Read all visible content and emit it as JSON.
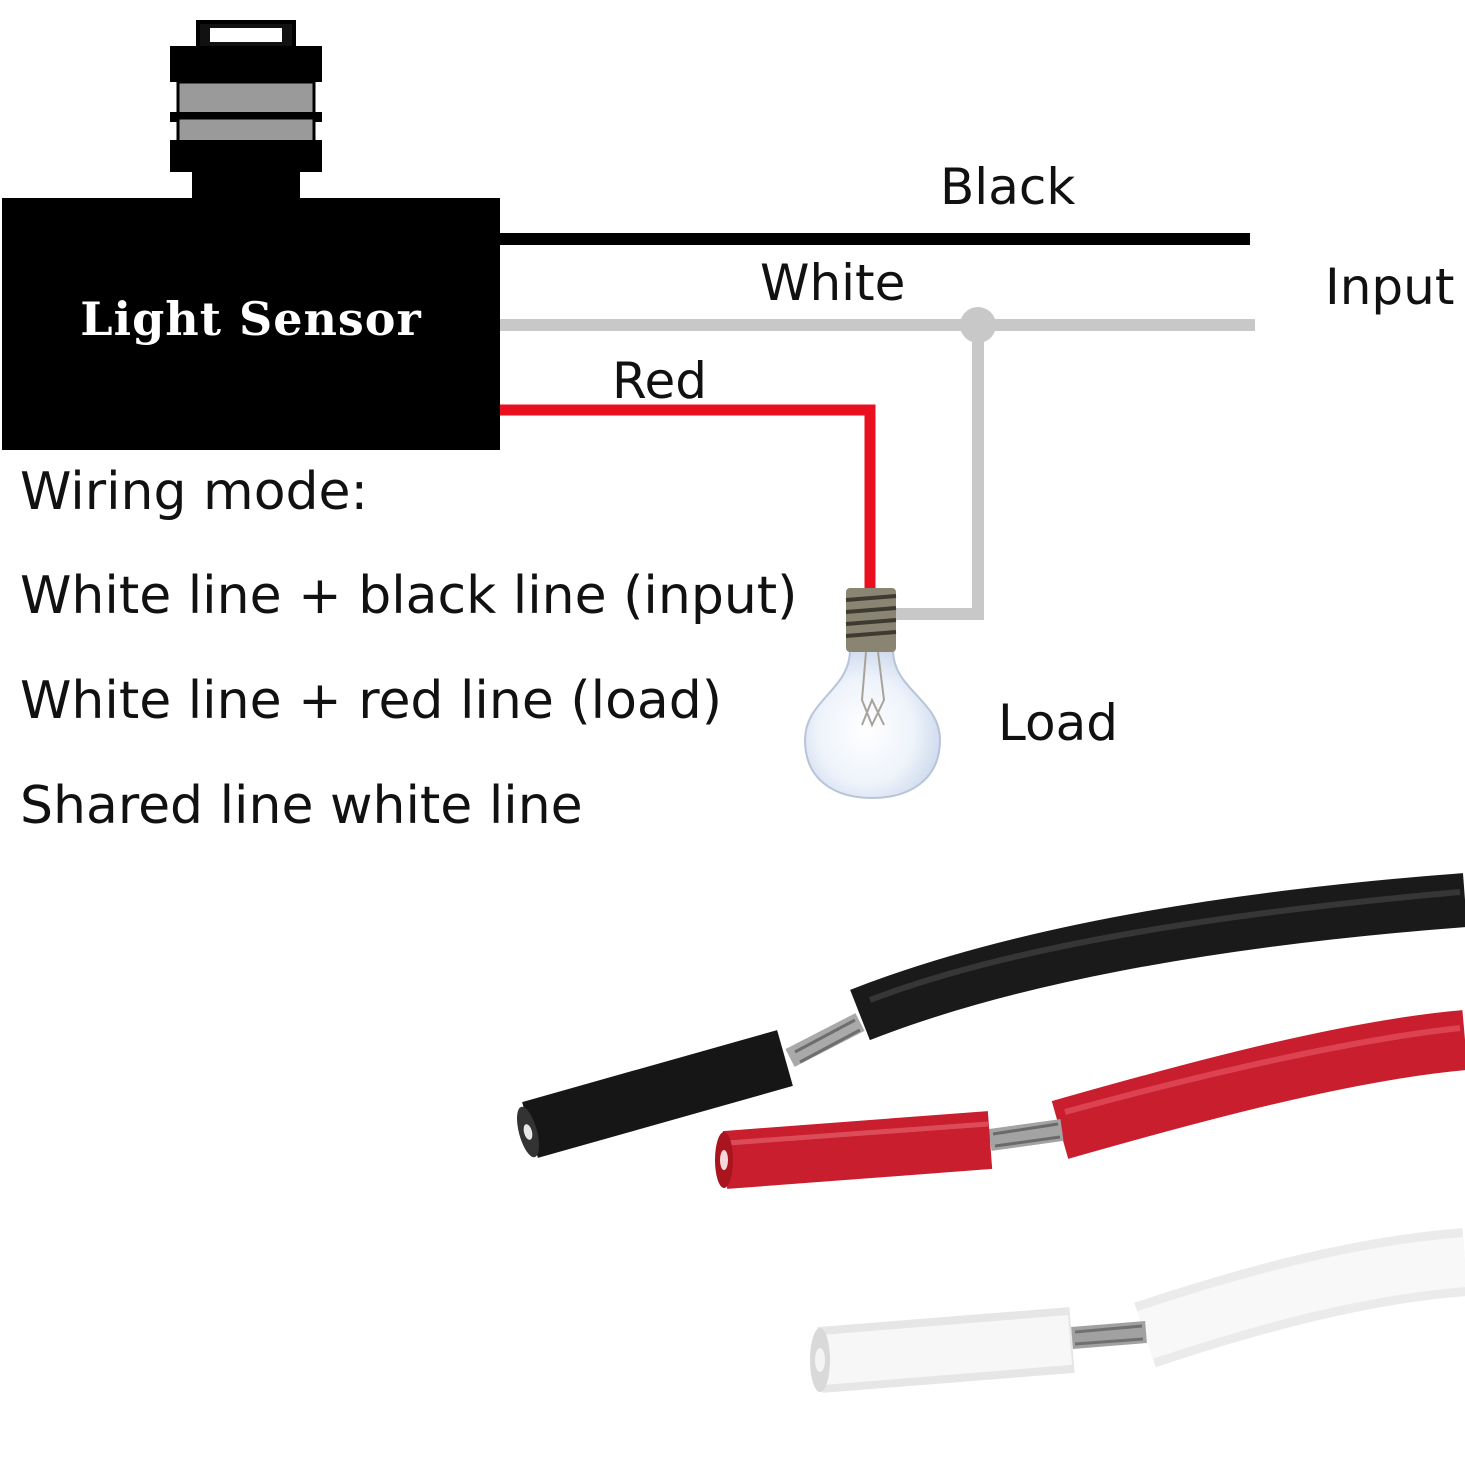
{
  "sensor": {
    "label": "Light Sensor"
  },
  "wires": {
    "black_label": "Black",
    "white_label": "White",
    "red_label": "Red",
    "input_label": "Input",
    "load_label": "Load"
  },
  "wiring_mode": {
    "heading": "Wiring mode:",
    "lines": [
      "White line + black line (input)",
      "White line + red line (load)",
      "Shared line white line"
    ]
  },
  "colors": {
    "black_wire": "#000000",
    "white_wire": "#c8c8c8",
    "red_wire": "#e8101e",
    "sensor_body": "#000000"
  },
  "icons": [
    "photocell-sensor-icon",
    "light-bulb-icon",
    "wire-leads-photo"
  ]
}
